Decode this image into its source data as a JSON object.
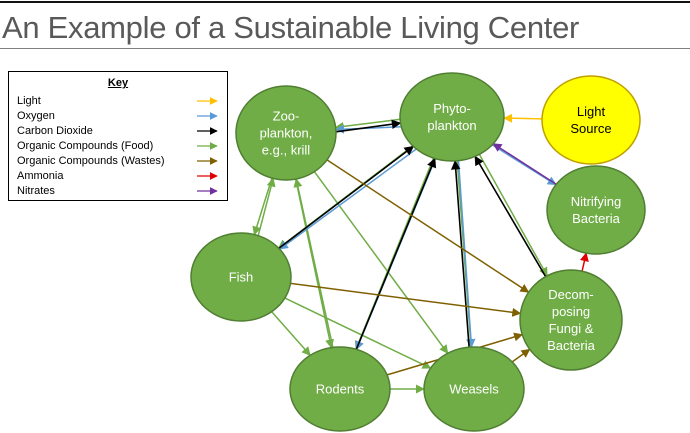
{
  "title": "An Example of a Sustainable Living Center",
  "key": {
    "heading": "Key",
    "items": [
      {
        "label": "Light",
        "color": "#ffc000"
      },
      {
        "label": "Oxygen",
        "color": "#00b0f0"
      },
      {
        "label": "Carbon Dioxide",
        "color": "#000000"
      },
      {
        "label": "Organic Compounds (Food)",
        "color": "#70ad47"
      },
      {
        "label": "Organic Compounds (Wastes)",
        "color": "#7f6000"
      },
      {
        "label": "Ammonia",
        "color": "#e00000"
      },
      {
        "label": "Nitrates",
        "color": "#7030a0"
      }
    ]
  },
  "nodes": {
    "zooplankton": {
      "lines": [
        "Zoo-",
        "plankton,",
        "e.g., krill"
      ]
    },
    "phytoplankton": {
      "lines": [
        "Phyto-",
        "plankton"
      ]
    },
    "light_source": {
      "lines": [
        "Light",
        "Source"
      ]
    },
    "nitrifying": {
      "lines": [
        "Nitrifying",
        "Bacteria"
      ]
    },
    "fish": {
      "lines": [
        "Fish"
      ]
    },
    "decomposing": {
      "lines": [
        "Decom-",
        "posing",
        "Fungi &",
        "Bacteria"
      ]
    },
    "rodents": {
      "lines": [
        "Rodents"
      ]
    },
    "weasels": {
      "lines": [
        "Weasels"
      ]
    }
  },
  "colors": {
    "node_fill": "#70ad47",
    "node_stroke": "#507e32",
    "light_fill": "#ffff00",
    "light_stroke": "#bfa000",
    "food": "#70ad47",
    "oxygen": "#5b9bd5",
    "co2": "#000000",
    "waste": "#7f6000",
    "ammonia": "#e00000",
    "nitrate": "#7030a0",
    "light": "#ffc000"
  }
}
